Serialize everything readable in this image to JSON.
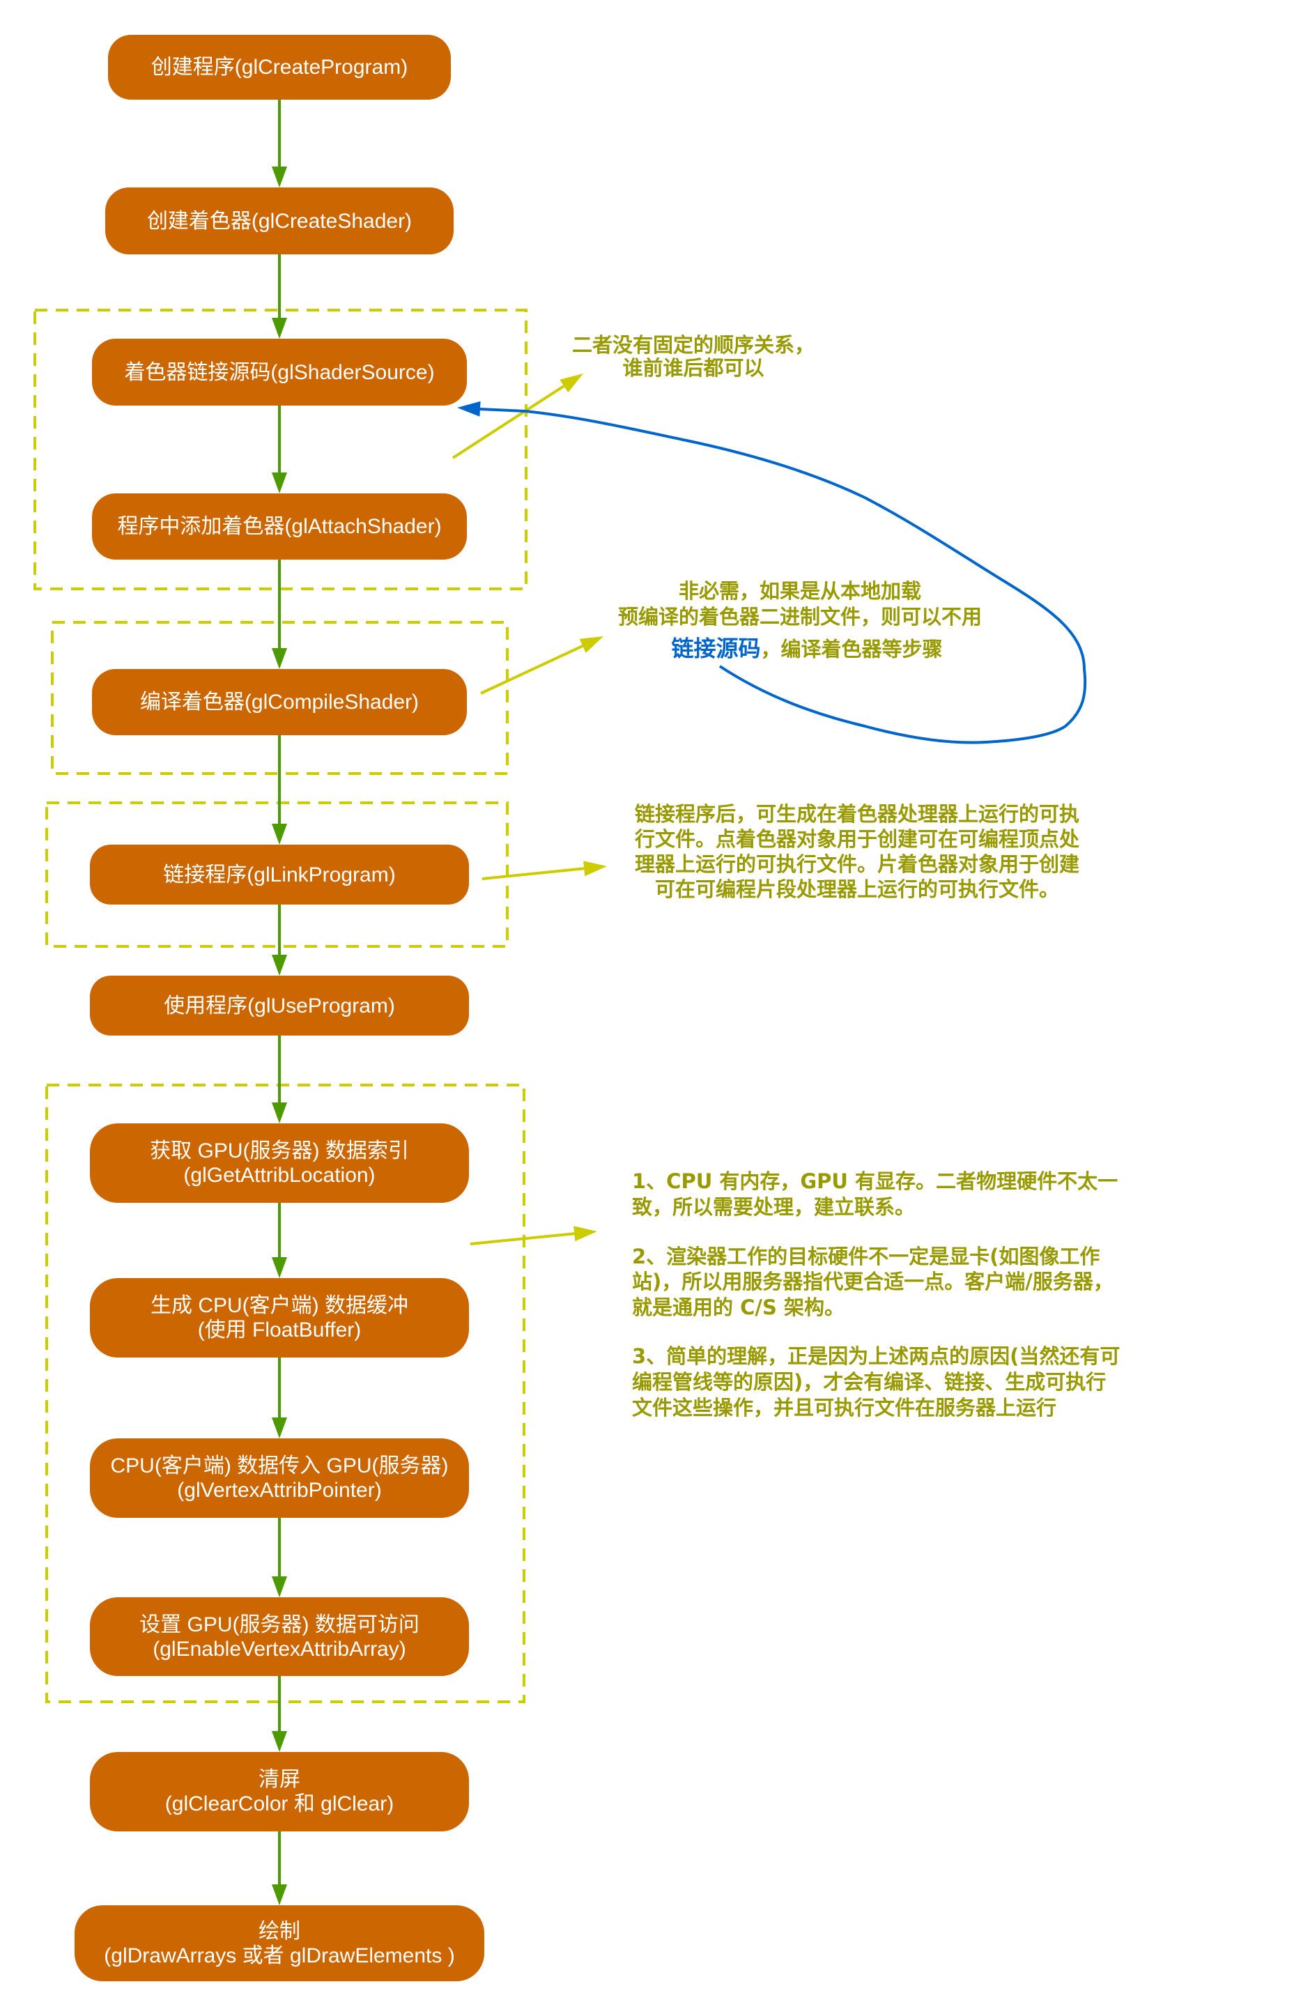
{
  "diagram": {
    "type": "flowchart",
    "steps": [
      {
        "lines": [
          "创建程序(glCreateProgram)"
        ]
      },
      {
        "lines": [
          "创建着色器(glCreateShader)"
        ]
      },
      {
        "lines": [
          "着色器链接源码(glShaderSource)"
        ]
      },
      {
        "lines": [
          "程序中添加着色器(glAttachShader)"
        ]
      },
      {
        "lines": [
          "编译着色器(glCompileShader)"
        ]
      },
      {
        "lines": [
          "链接程序(glLinkProgram)"
        ]
      },
      {
        "lines": [
          "使用程序(glUseProgram)"
        ]
      },
      {
        "lines": [
          "获取 GPU(服务器) 数据索引",
          "(glGetAttribLocation)"
        ]
      },
      {
        "lines": [
          "生成 CPU(客户端) 数据缓冲",
          "(使用 FloatBuffer)"
        ]
      },
      {
        "lines": [
          "CPU(客户端) 数据传入 GPU(服务器)",
          "(glVertexAttribPointer)"
        ]
      },
      {
        "lines": [
          "设置 GPU(服务器) 数据可访问",
          "(glEnableVertexAttribArray)"
        ]
      },
      {
        "lines": [
          "清屏",
          "(glClearColor 和 glClear)"
        ]
      },
      {
        "lines": [
          "绘制",
          "(glDrawArrays 或者 glDrawElements )"
        ]
      }
    ],
    "notes": {
      "order": {
        "lines": [
          "二者没有固定的顺序关系，",
          "谁前谁后都可以"
        ]
      },
      "optional": {
        "lines": [
          "非必需，如果是从本地加载",
          "预编译的着色器二进制文件，则可以不用"
        ],
        "highlight": "链接源码",
        "rest": "，编译着色器等步骤"
      },
      "link": {
        "lines": [
          "链接程序后，可生成在着色器处理器上运行的可执",
          "行文件。点着色器对象用于创建可在可编程顶点处",
          "理器上运行的可执行文件。片着色器对象用于创建",
          "可在可编程片段处理器上运行的可执行文件。"
        ]
      },
      "client_server": {
        "paragraphs": [
          [
            "1、CPU 有内存，GPU 有显存。二者物理硬件不太一",
            "致，所以需要处理，建立联系。"
          ],
          [
            "2、渲染器工作的目标硬件不一定是显卡(如图像工作",
            "站)，所以用服务器指代更合适一点。客户端/服务器，",
            "就是通用的 C/S 架构。"
          ],
          [
            "3、简单的理解，正是因为上述两点的原因(当然还有可",
            "编程管线等的原因)，才会有编译、链接、生成可执行",
            "文件这些操作，并且可执行文件在服务器上运行"
          ]
        ]
      }
    }
  },
  "colors": {
    "step_box": "#CC6600",
    "step_text": "#FFFFFF",
    "flow_arrow": "#4D9900",
    "group_frame": "#CCCC00",
    "note_pointer": "#CCCC00",
    "note_text": "#999900",
    "loop_arrow": "#0066CC"
  }
}
